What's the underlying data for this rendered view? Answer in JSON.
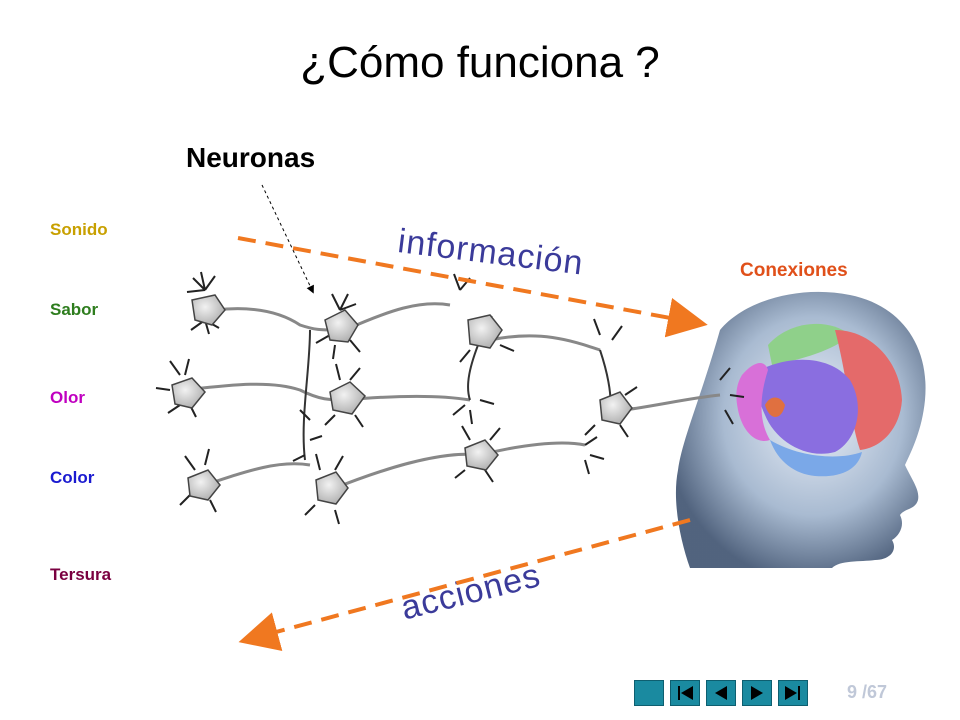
{
  "slide": {
    "title": "¿Cómo funciona ?",
    "neuronas_label": "Neuronas",
    "conexiones_label": "Conexiones",
    "informacion_label": "información",
    "acciones_label": "acciones"
  },
  "senses": [
    {
      "label": "Sonido",
      "color": "#c8a000"
    },
    {
      "label": "Sabor",
      "color": "#2e7d1e"
    },
    {
      "label": "Olor",
      "color": "#c000c0"
    },
    {
      "label": "Color",
      "color": "#1a1ad0"
    },
    {
      "label": "Tersura",
      "color": "#7a0040"
    }
  ],
  "colors": {
    "arrow": "#f07820",
    "words": "#3b3b9a",
    "conexiones": "#e0501a",
    "nav": "#1a8aa0"
  },
  "nav": {
    "buttons": [
      {
        "icon": "blank-square-icon"
      },
      {
        "icon": "first-page-icon"
      },
      {
        "icon": "previous-page-icon"
      },
      {
        "icon": "next-page-icon"
      },
      {
        "icon": "last-page-icon"
      }
    ],
    "page_current": "9",
    "page_total": "/67"
  }
}
